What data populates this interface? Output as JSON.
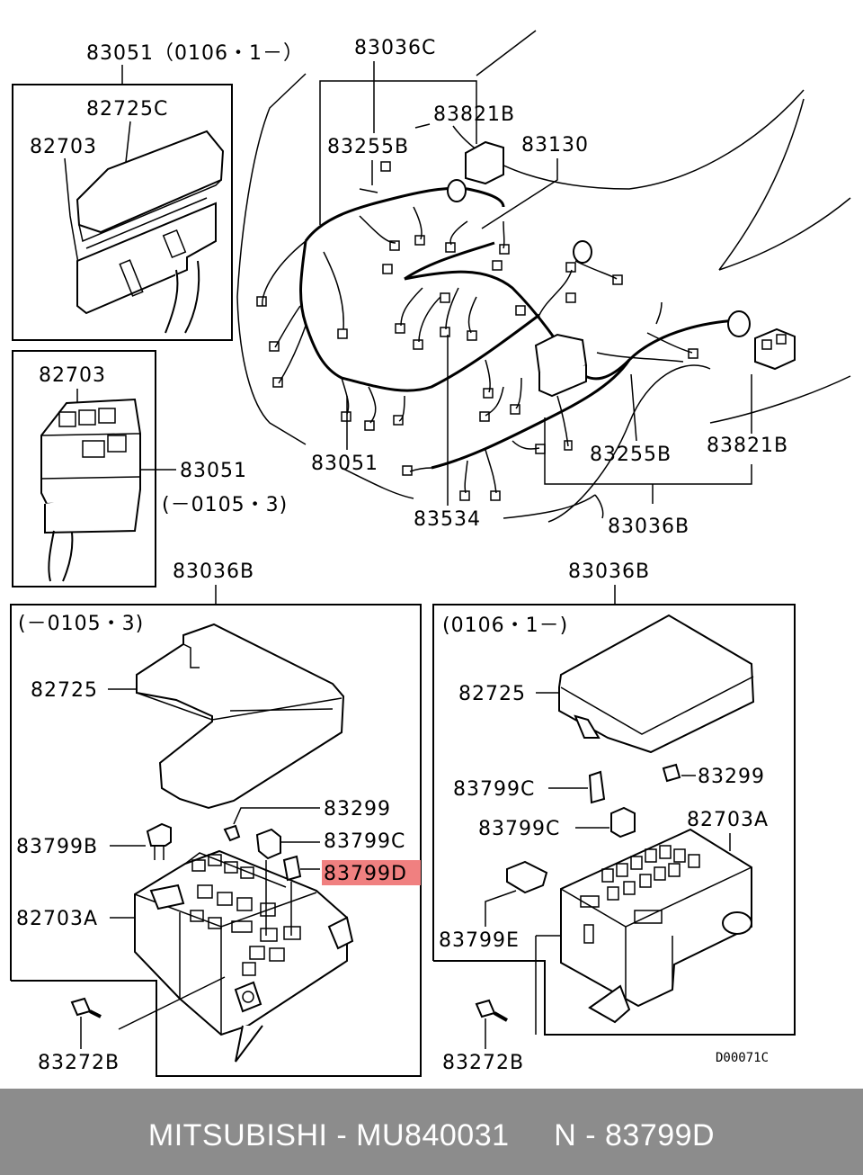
{
  "diagram": {
    "labels": {
      "l83051_top": "83051（0106・1－）",
      "l82725C": "82725C",
      "l82703_top": "82703",
      "l83036C": "83036C",
      "l83821B_top": "83821B",
      "l83255B_top": "83255B",
      "l83130": "83130",
      "l82703_mid": "82703",
      "l83051_mid": "83051",
      "l0105_mid": "(－0105・3)",
      "l83051_harness": "83051",
      "l83255B_bot": "83255B",
      "l83821B_bot": "83821B",
      "l83534": "83534",
      "l83036B_harness": "83036B",
      "l83036B_left": "83036B",
      "l83036B_right": "83036B",
      "l0105_left": "(－0105・3)",
      "l0106_right": "(0106・1－)",
      "l82725_left": "82725",
      "l82725_right": "82725",
      "l83299_left": "83299",
      "l83299_right": "83299",
      "l83799B": "83799B",
      "l83799C_left": "83799C",
      "l83799C_right1": "83799C",
      "l83799C_right2": "83799C",
      "l83799D": "83799D",
      "l82703A_left": "82703A",
      "l82703A_right": "82703A",
      "l83799E": "83799E",
      "l83272B_left": "83272B",
      "l83272B_right": "83272B",
      "code": "D00071C"
    },
    "highlight_color": "#f08080"
  },
  "footer": {
    "text": "MITSUBISHI - MU840031     N - 83799D"
  }
}
